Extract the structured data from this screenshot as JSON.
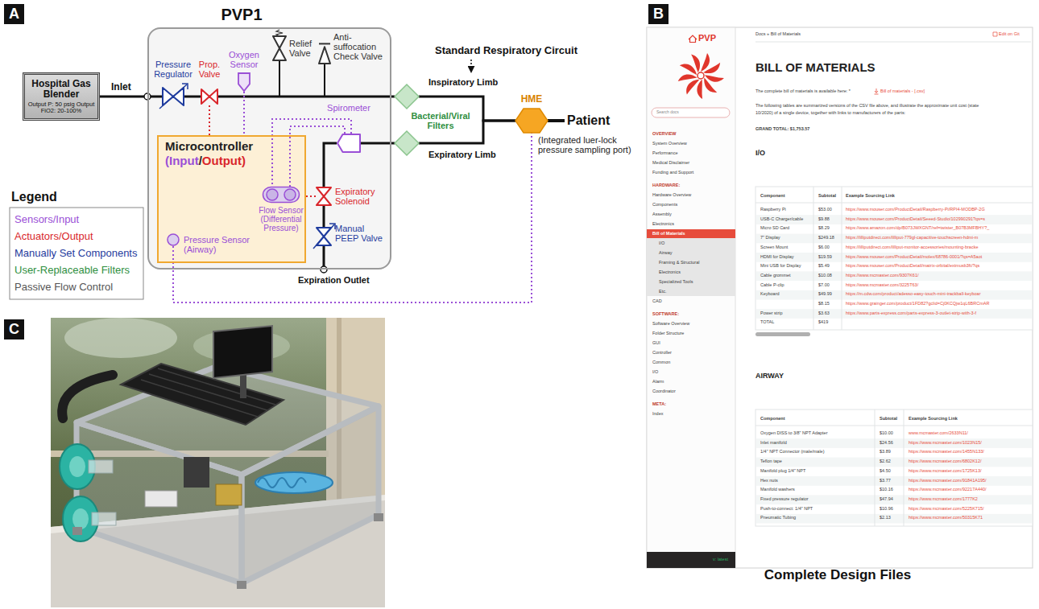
{
  "diagram": {
    "nodes": [
      {
        "text": [
          "Hospital Gas Blender",
          "Output P: 50 psig Output FiO2: 20-100%"
        ]
      },
      {
        "text": [
          "PVP1"
        ]
      },
      {
        "text": [
          "Pressure Regulator"
        ],
        "in": 1
      },
      {
        "text": [
          "Prop. Valve"
        ],
        "in": 1
      },
      {
        "text": [
          "Oxygen Sensor"
        ],
        "in": 1
      },
      {
        "text": [
          "Relief Valve"
        ],
        "in": 1
      },
      {
        "text": [
          "Anti-suffocation Check Valve"
        ],
        "in": 1
      },
      {
        "text": [
          "Spirometer"
        ],
        "in": 1
      },
      {
        "text": [
          "Microcontroller",
          "(Input/Output)"
        ],
        "in": 1
      },
      {
        "text": [
          "Flow Sensor (Differential Pressure)"
        ],
        "in": 8
      },
      {
        "text": [
          "Pressure Sensor (Airway)"
        ],
        "in": 8
      },
      {
        "text": [
          "Expiratory Solenoid"
        ],
        "in": 1
      },
      {
        "text": [
          "Manual PEEP Valve"
        ],
        "in": 1
      },
      {
        "text": [
          "Bacterial/Viral Filters"
        ]
      },
      {
        "text": [
          "HME"
        ]
      }
    ],
    "edges": [
      {
        "from": 0,
        "to": 2,
        "arrow": "none",
        "label": "Inlet"
      },
      {
        "from": 2,
        "to": 3,
        "arrow": "none"
      },
      {
        "from": 3,
        "to": 13,
        "arrow": "none"
      },
      {
        "from": 13,
        "to": 14,
        "arrow": "none"
      },
      {
        "from": 13,
        "to": 14,
        "arrow": "none"
      },
      {
        "from": 13,
        "to": 7,
        "arrow": "none"
      },
      {
        "from": 7,
        "to": 11,
        "arrow": "none"
      },
      {
        "from": 11,
        "to": 12,
        "arrow": "none"
      },
      {
        "from": 4,
        "to": 8,
        "arrow": "none"
      },
      {
        "from": 8,
        "to": 3,
        "arrow": "none"
      },
      {
        "from": 8,
        "to": 11,
        "arrow": "none"
      },
      {
        "from": 7,
        "to": 9,
        "arrow": "none"
      },
      {
        "from": 7,
        "to": 9,
        "arrow": "none"
      },
      {
        "from": 10,
        "to": 14,
        "arrow": "none"
      }
    ],
    "labels": [
      "A",
      "Standard Respiratory Circuit",
      "Inspiratory Limb",
      "Expiratory Limb",
      "Patient",
      "(Integrated luer-lock pressure sampling port)",
      "Expiration Outlet",
      "Legend",
      "B",
      "C",
      "PVP",
      "Search docs",
      "OVERVIEW",
      "System Overview",
      "Performance",
      "Medical Disclaimer",
      "Funding and Support",
      "HARDWARE:",
      "Hardware Overview",
      "Components",
      "Assembly",
      "Electronics",
      "Bill of Materials",
      "I/O",
      "Airway",
      "Framing & Structural",
      "Electronics",
      "Specialized Tools",
      "Etc.",
      "CAD",
      "SOFTWARE:",
      "Software Overview",
      "Folder Structure",
      "GUI",
      "Controller",
      "Common",
      "I/O",
      "Alarm",
      "Coordinator",
      "META:",
      "Index",
      "v: latest",
      "Docs » Bill of Materials",
      "Edit on Git",
      "BILL OF MATERIALS",
      "The complete bill of materials is available here: *",
      "Bill of materials - [.csv]",
      "The following tables are summarized versions of the CSV file above, and illustrate the approximate unit cost (state",
      "10/2020) of a single device, together with links to manufacturers of the parts:",
      "GRAND TOTAL: $1,753.57",
      "I/O",
      "Component",
      "Subtotal",
      "Example Sourcing Link",
      "Raspberry Pi",
      "$53.00",
      "https://www.mouser.com/ProductDetail/Raspberry-Pi/RPI4-MODBP-2G",
      "USB-C Charger/cable",
      "$9.88",
      "https://www.mouser.com/ProductDetail/Seeed-Studio/102990291?qs=s",
      "Micro SD Card",
      "$8.29",
      "https://www.amazon.com/dp/B073JWXGNT/ref=twister_B07B3MFBHY?_",
      "7\" Display",
      "$249.18",
      "https://lilliputdirect.com/lilliput-779gl-capacitive-touchscreen-hdmi-m",
      "Screen Mount",
      "$6.00",
      "https://lilliputdirect.com/lilliput-monitor-accessories/mounting-bracke",
      "HDMI for Display",
      "$19.59",
      "https://www.mouser.com/ProductDetail/molex/68786-0001/?qs=A5aot",
      "Mini USB for Display",
      "$5.49",
      "https://www.mouser.com/ProductDetail/matrix-orbital/extmusb3ft/?qs",
      "Cable grommet",
      "$10.08",
      "https://www.mcmaster.com/9307K61/",
      "Cable P-clip",
      "$7.00",
      "https://www.mcmaster.com/3225T63/",
      "Keyboard",
      "$49.99",
      "https://m.cdw.com/product/adesso-easy-touch-mini-trackball-keyboar",
      "$8.15",
      "https://www.grainger.com/product/1FD82?gclid=Cj0KCQjw1qL6BRCmAR",
      "Power strip",
      "$3.63",
      "https://www.parts-express.com/parts-express-3-outlet-strip-with-3-f",
      "TOTAL",
      "$419",
      "AIRWAY",
      "Component",
      "Subtotal",
      "Example Sourcing Link",
      "Oxygen DISS to 3/8\" NPT Adapter",
      "$10.00",
      "www.mcmaster.com/2633N11/",
      "Inlet manifold",
      "$24.56",
      "https://www.mcmaster.com/1023N15/",
      "1/4\" NPT Connector (male/male)",
      "$3.89",
      "https://www.mcmaster.com/1455N133/",
      "Teflon tape",
      "$2.62",
      "https://www.mcmaster.com/6802K12/",
      "Manifold plug 1/4\" NPT",
      "$4.50",
      "https://www.mcmaster.com/1725K13/",
      "Hex nuts",
      "$3.77",
      "https://www.mcmaster.com/91841A195/",
      "Manifold washers",
      "$10.16",
      "https://www.mcmaster.com/92217A440/",
      "Fixed pressure regulator",
      "$47.94",
      "https://www.mcmaster.com/1777K2",
      "Push-to-connect: 1/4\" NPT",
      "$10.96",
      "https://www.mcmaster.com/5225K715/",
      "Pneumatic Tubing",
      "$2.13",
      "https://www.mcmaster.com/50315K71",
      "Complete Design Files"
    ],
    "legend": [
      {
        "text": "Sensors/Input",
        "color": "#9a4fd6"
      },
      {
        "text": "Actuators/Output",
        "color": "#d9262b"
      },
      {
        "text": "Manually Set Components",
        "color": "#1f3c9e"
      },
      {
        "text": "User-Replaceable Filters",
        "color": "#2f8f3f"
      },
      {
        "text": "Passive Flow Control",
        "color": "#555555"
      }
    ]
  }
}
